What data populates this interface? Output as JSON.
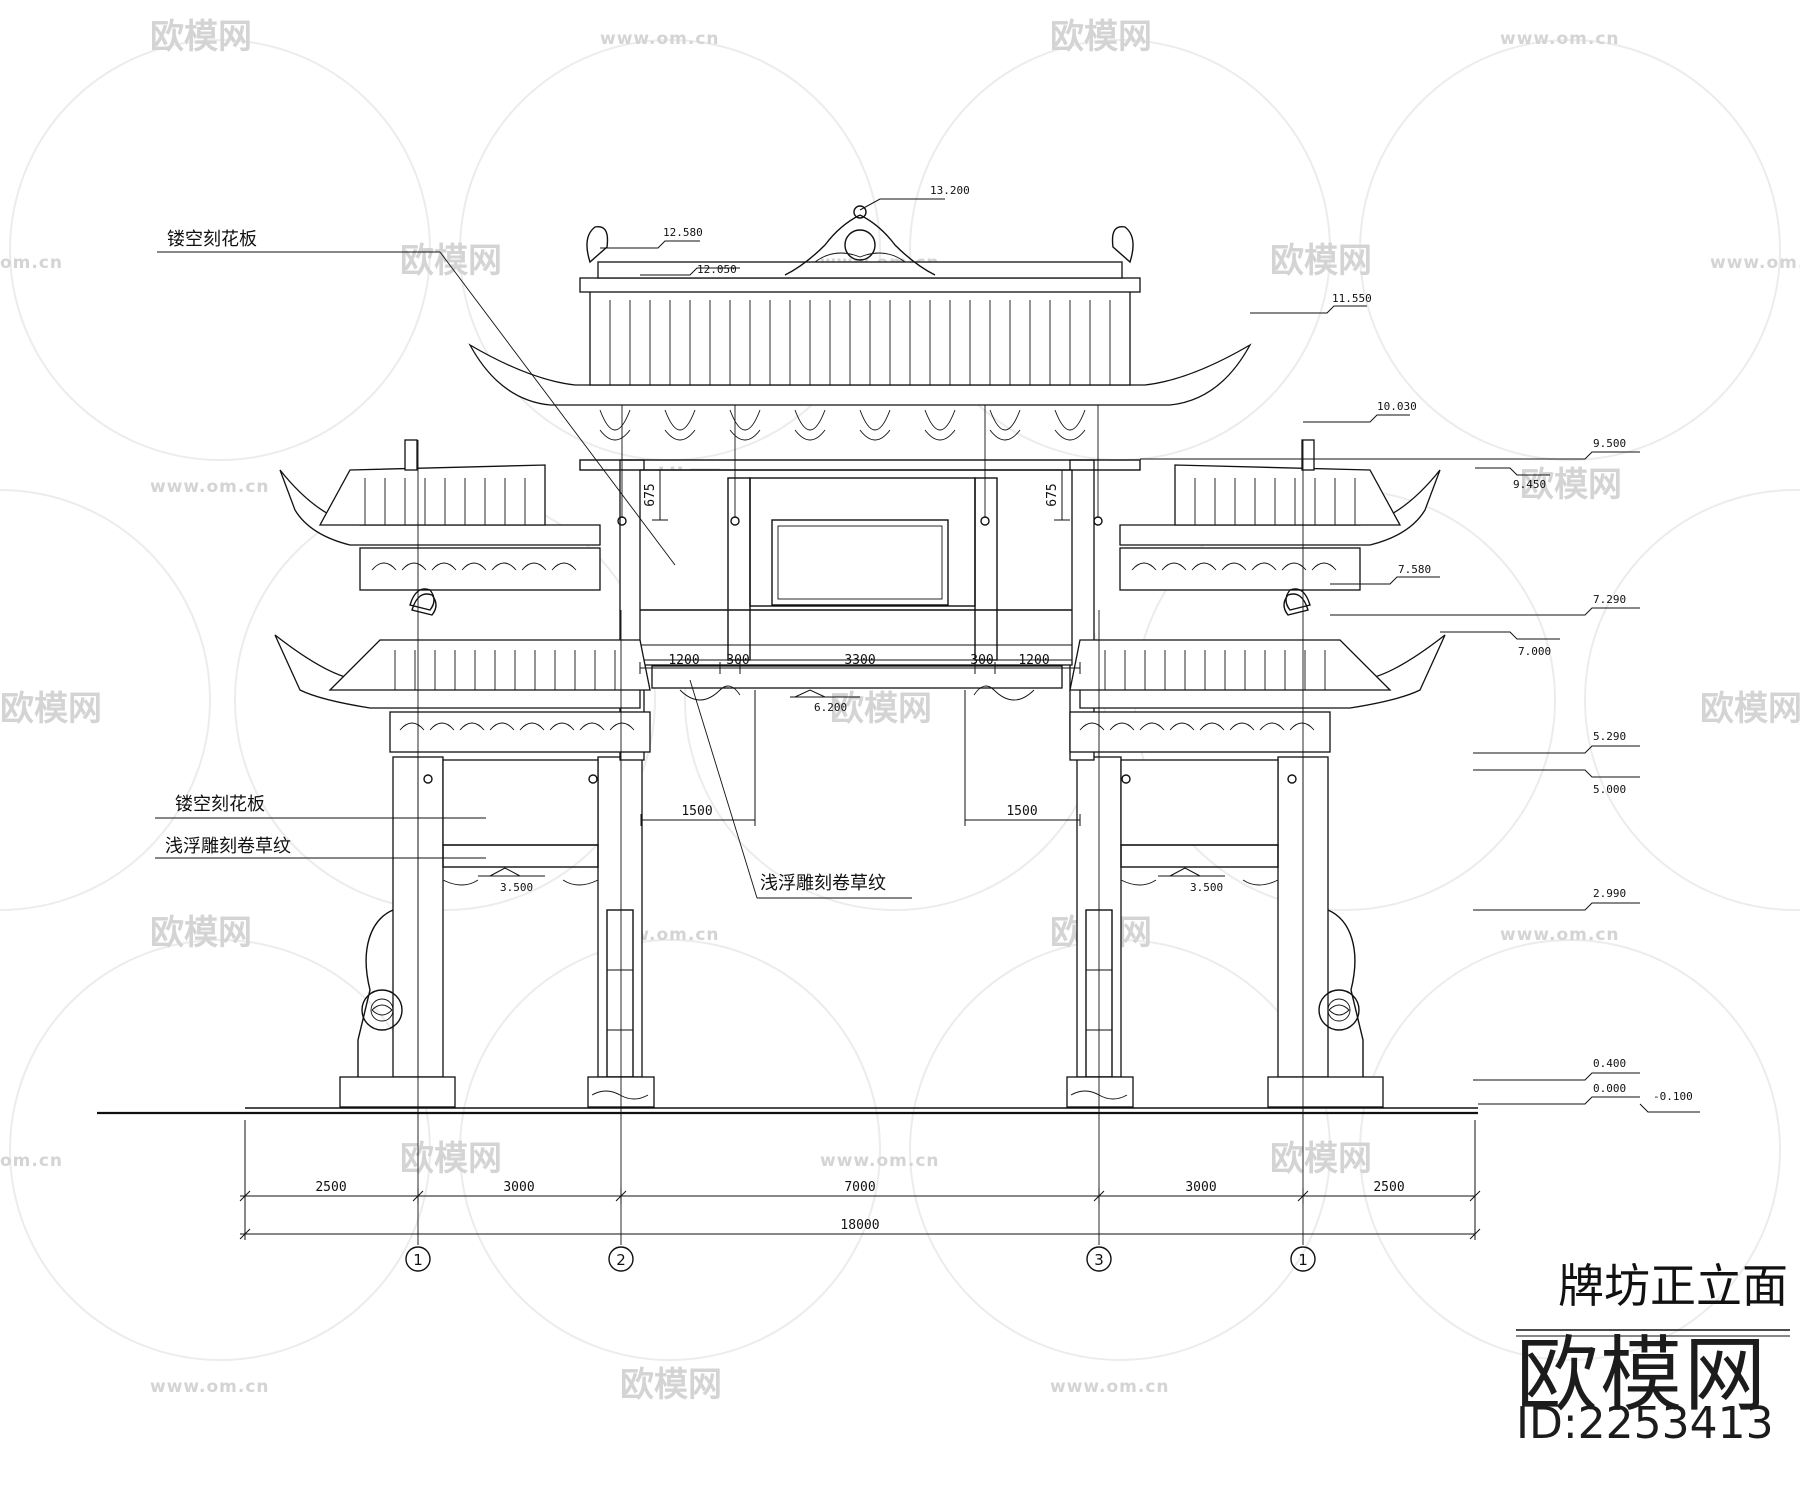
{
  "drawing": {
    "title": "牌坊正立面",
    "annotations": {
      "carved_panel_top": "镂空刻花板",
      "carved_panel_left": "镂空刻花板",
      "relief_left": "浅浮雕刻卷草纹",
      "relief_center": "浅浮雕刻卷草纹"
    },
    "elevations": {
      "top_ornament": "13.200",
      "ridge_top": "12.580",
      "ridge": "12.050",
      "upper_eave": "11.550",
      "main_beam_top": "10.030",
      "side_ridge": "9.500",
      "side_ridge_b": "9.450",
      "side_eave": "7.580",
      "lower_ridge": "7.290",
      "lower_ridge_b": "7.000",
      "center_beam": "6.200",
      "lower_eave": "5.290",
      "lower_beam": "5.000",
      "side_beam_left": "3.500",
      "side_beam_right": "3.500",
      "post_drum": "2.990",
      "plinth": "0.400",
      "ground": "0.000",
      "below_ground": "-0.100"
    },
    "dimensions": {
      "spans": [
        "2500",
        "3000",
        "7000",
        "3000",
        "2500"
      ],
      "total": "18000",
      "beam_spans": [
        "1200",
        "300",
        "3300",
        "300",
        "1200"
      ],
      "small_left": "1500",
      "small_right": "1500",
      "vertical_left": "675",
      "vertical_right": "675"
    },
    "axes": [
      "1",
      "2",
      "3",
      "1"
    ]
  },
  "watermark": {
    "brand": "欧模网",
    "url": "www.om.cn",
    "url_short": "om.cn"
  },
  "footer": {
    "brand": "欧模网",
    "id": "ID:2253413"
  }
}
